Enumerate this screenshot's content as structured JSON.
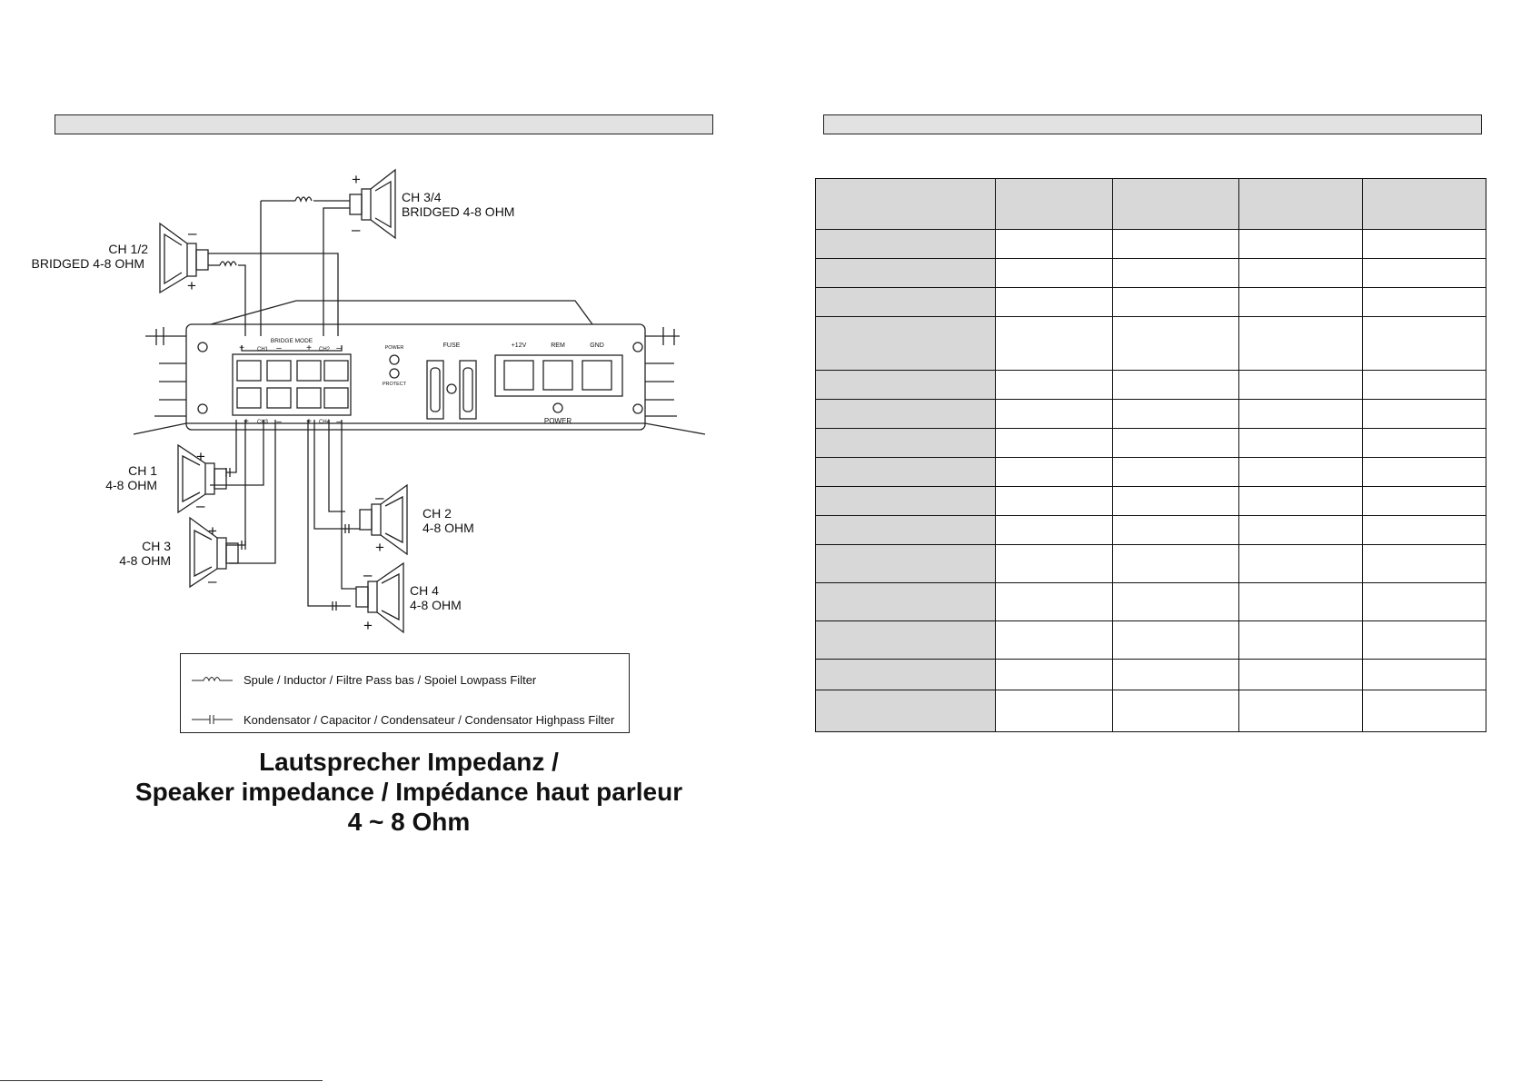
{
  "diagram": {
    "speakers": {
      "ch12": {
        "name": "CH 1/2",
        "desc": "BRIDGED 4-8 OHM"
      },
      "ch34": {
        "name": "CH 3/4",
        "desc": "BRIDGED 4-8 OHM"
      },
      "ch1": {
        "name": "CH 1",
        "desc": "4-8 OHM"
      },
      "ch2": {
        "name": "CH 2",
        "desc": "4-8 OHM"
      },
      "ch3": {
        "name": "CH 3",
        "desc": "4-8 OHM"
      },
      "ch4": {
        "name": "CH 4",
        "desc": "4-8 OHM"
      }
    },
    "polarity": {
      "plus": "+",
      "minus": "–"
    },
    "amp_panel": {
      "bridge_mode": "BRIDGE MODE",
      "ch1": "CH1",
      "ch2": "CH2",
      "ch3": "CH3",
      "ch4": "CH4",
      "power_led": "POWER",
      "protect_led": "PROTECT",
      "fuse": "FUSE",
      "plus12v": "+12V",
      "rem": "REM",
      "gnd": "GND",
      "power": "POWER"
    },
    "legend": {
      "inductor": "Spule / Inductor / Filtre Pass bas / Spoiel Lowpass Filter",
      "capacitor": "Kondensator / Capacitor / Condensateur / Condensator Highpass Filter"
    },
    "caption": {
      "line1": "Lautsprecher Impedanz /",
      "line2": "Speaker impedance / Impédance haut parleur",
      "line3": "4 ~ 8 Ohm"
    }
  },
  "colors": {
    "header_fill": "#e2e2e2",
    "label_fill": "#d8d8d8",
    "line": "#222222"
  }
}
